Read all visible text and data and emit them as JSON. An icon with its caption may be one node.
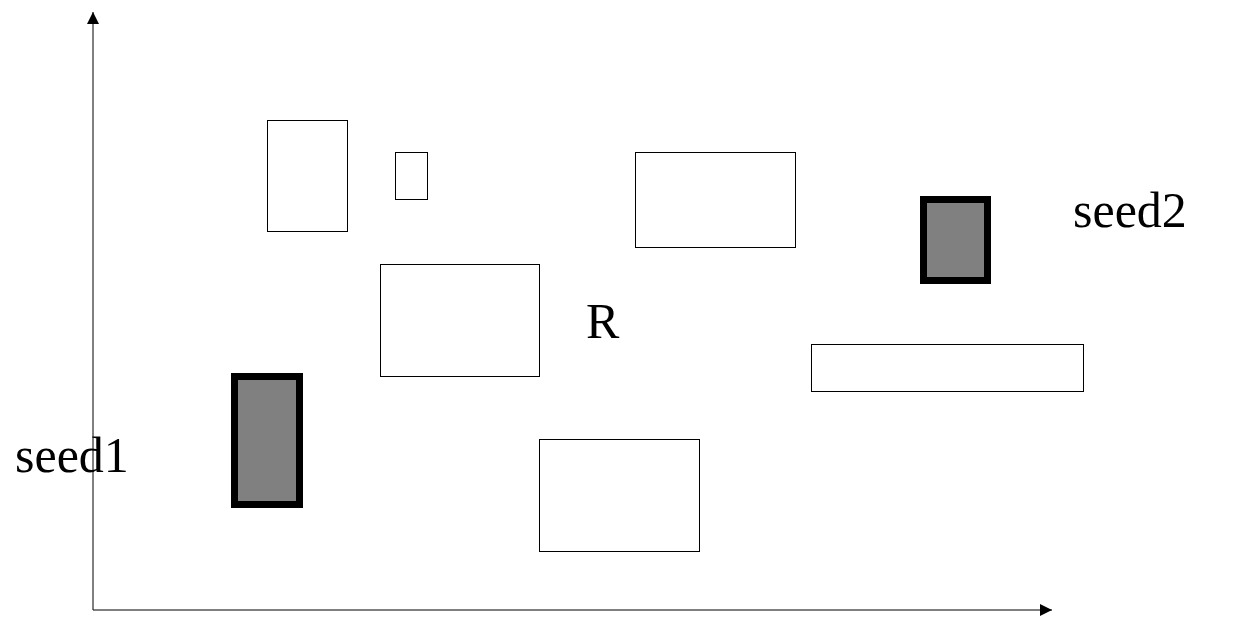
{
  "diagram": {
    "nodes": [
      {
        "text": [],
        "shape": "box",
        "beside": [
          "seed1"
        ]
      },
      {
        "text": [],
        "shape": "box"
      },
      {
        "text": [],
        "shape": "box"
      },
      {
        "text": [],
        "shape": "box"
      },
      {
        "text": [],
        "shape": "box"
      },
      {
        "text": [],
        "shape": "box"
      },
      {
        "text": [],
        "shape": "box"
      },
      {
        "text": [],
        "shape": "box",
        "beside": [
          "seed2"
        ]
      }
    ],
    "labels": [
      "R"
    ]
  }
}
